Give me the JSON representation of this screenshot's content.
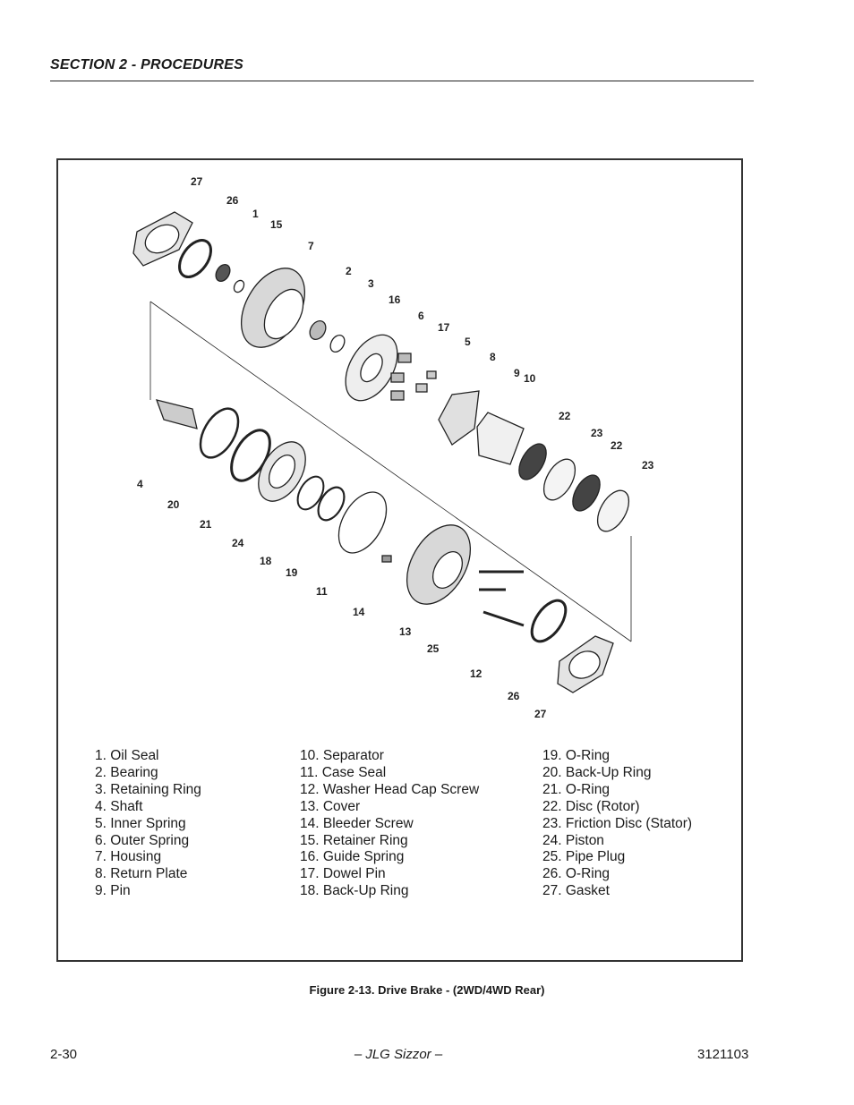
{
  "header": {
    "section": "SECTION 2 - PROCEDURES"
  },
  "diagram": {
    "callouts": [
      "27",
      "26",
      "1",
      "15",
      "7",
      "2",
      "3",
      "16",
      "6",
      "17",
      "5",
      "8",
      "9",
      "10",
      "22",
      "23",
      "22",
      "23",
      "4",
      "20",
      "21",
      "24",
      "18",
      "19",
      "11",
      "14",
      "13",
      "25",
      "12",
      "26",
      "27"
    ]
  },
  "legend": {
    "col1": [
      "1. Oil Seal",
      "2. Bearing",
      "3. Retaining Ring",
      "4. Shaft",
      "5. Inner Spring",
      "6. Outer Spring",
      "7. Housing",
      "8. Return Plate",
      "9. Pin"
    ],
    "col2": [
      "10. Separator",
      "11. Case Seal",
      "12. Washer Head Cap Screw",
      "13. Cover",
      "14. Bleeder Screw",
      "15. Retainer Ring",
      "16. Guide Spring",
      "17. Dowel Pin",
      "18. Back-Up Ring"
    ],
    "col3": [
      "19. O-Ring",
      "20. Back-Up Ring",
      "21. O-Ring",
      "22. Disc (Rotor)",
      "23. Friction Disc (Stator)",
      "24. Piston",
      "25. Pipe Plug",
      "26. O-Ring",
      "27. Gasket"
    ]
  },
  "caption": "Figure 2-13.  Drive Brake - (2WD/4WD Rear)",
  "footer": {
    "page": "2-30",
    "title": "– JLG Sizzor –",
    "doc": "3121103"
  }
}
